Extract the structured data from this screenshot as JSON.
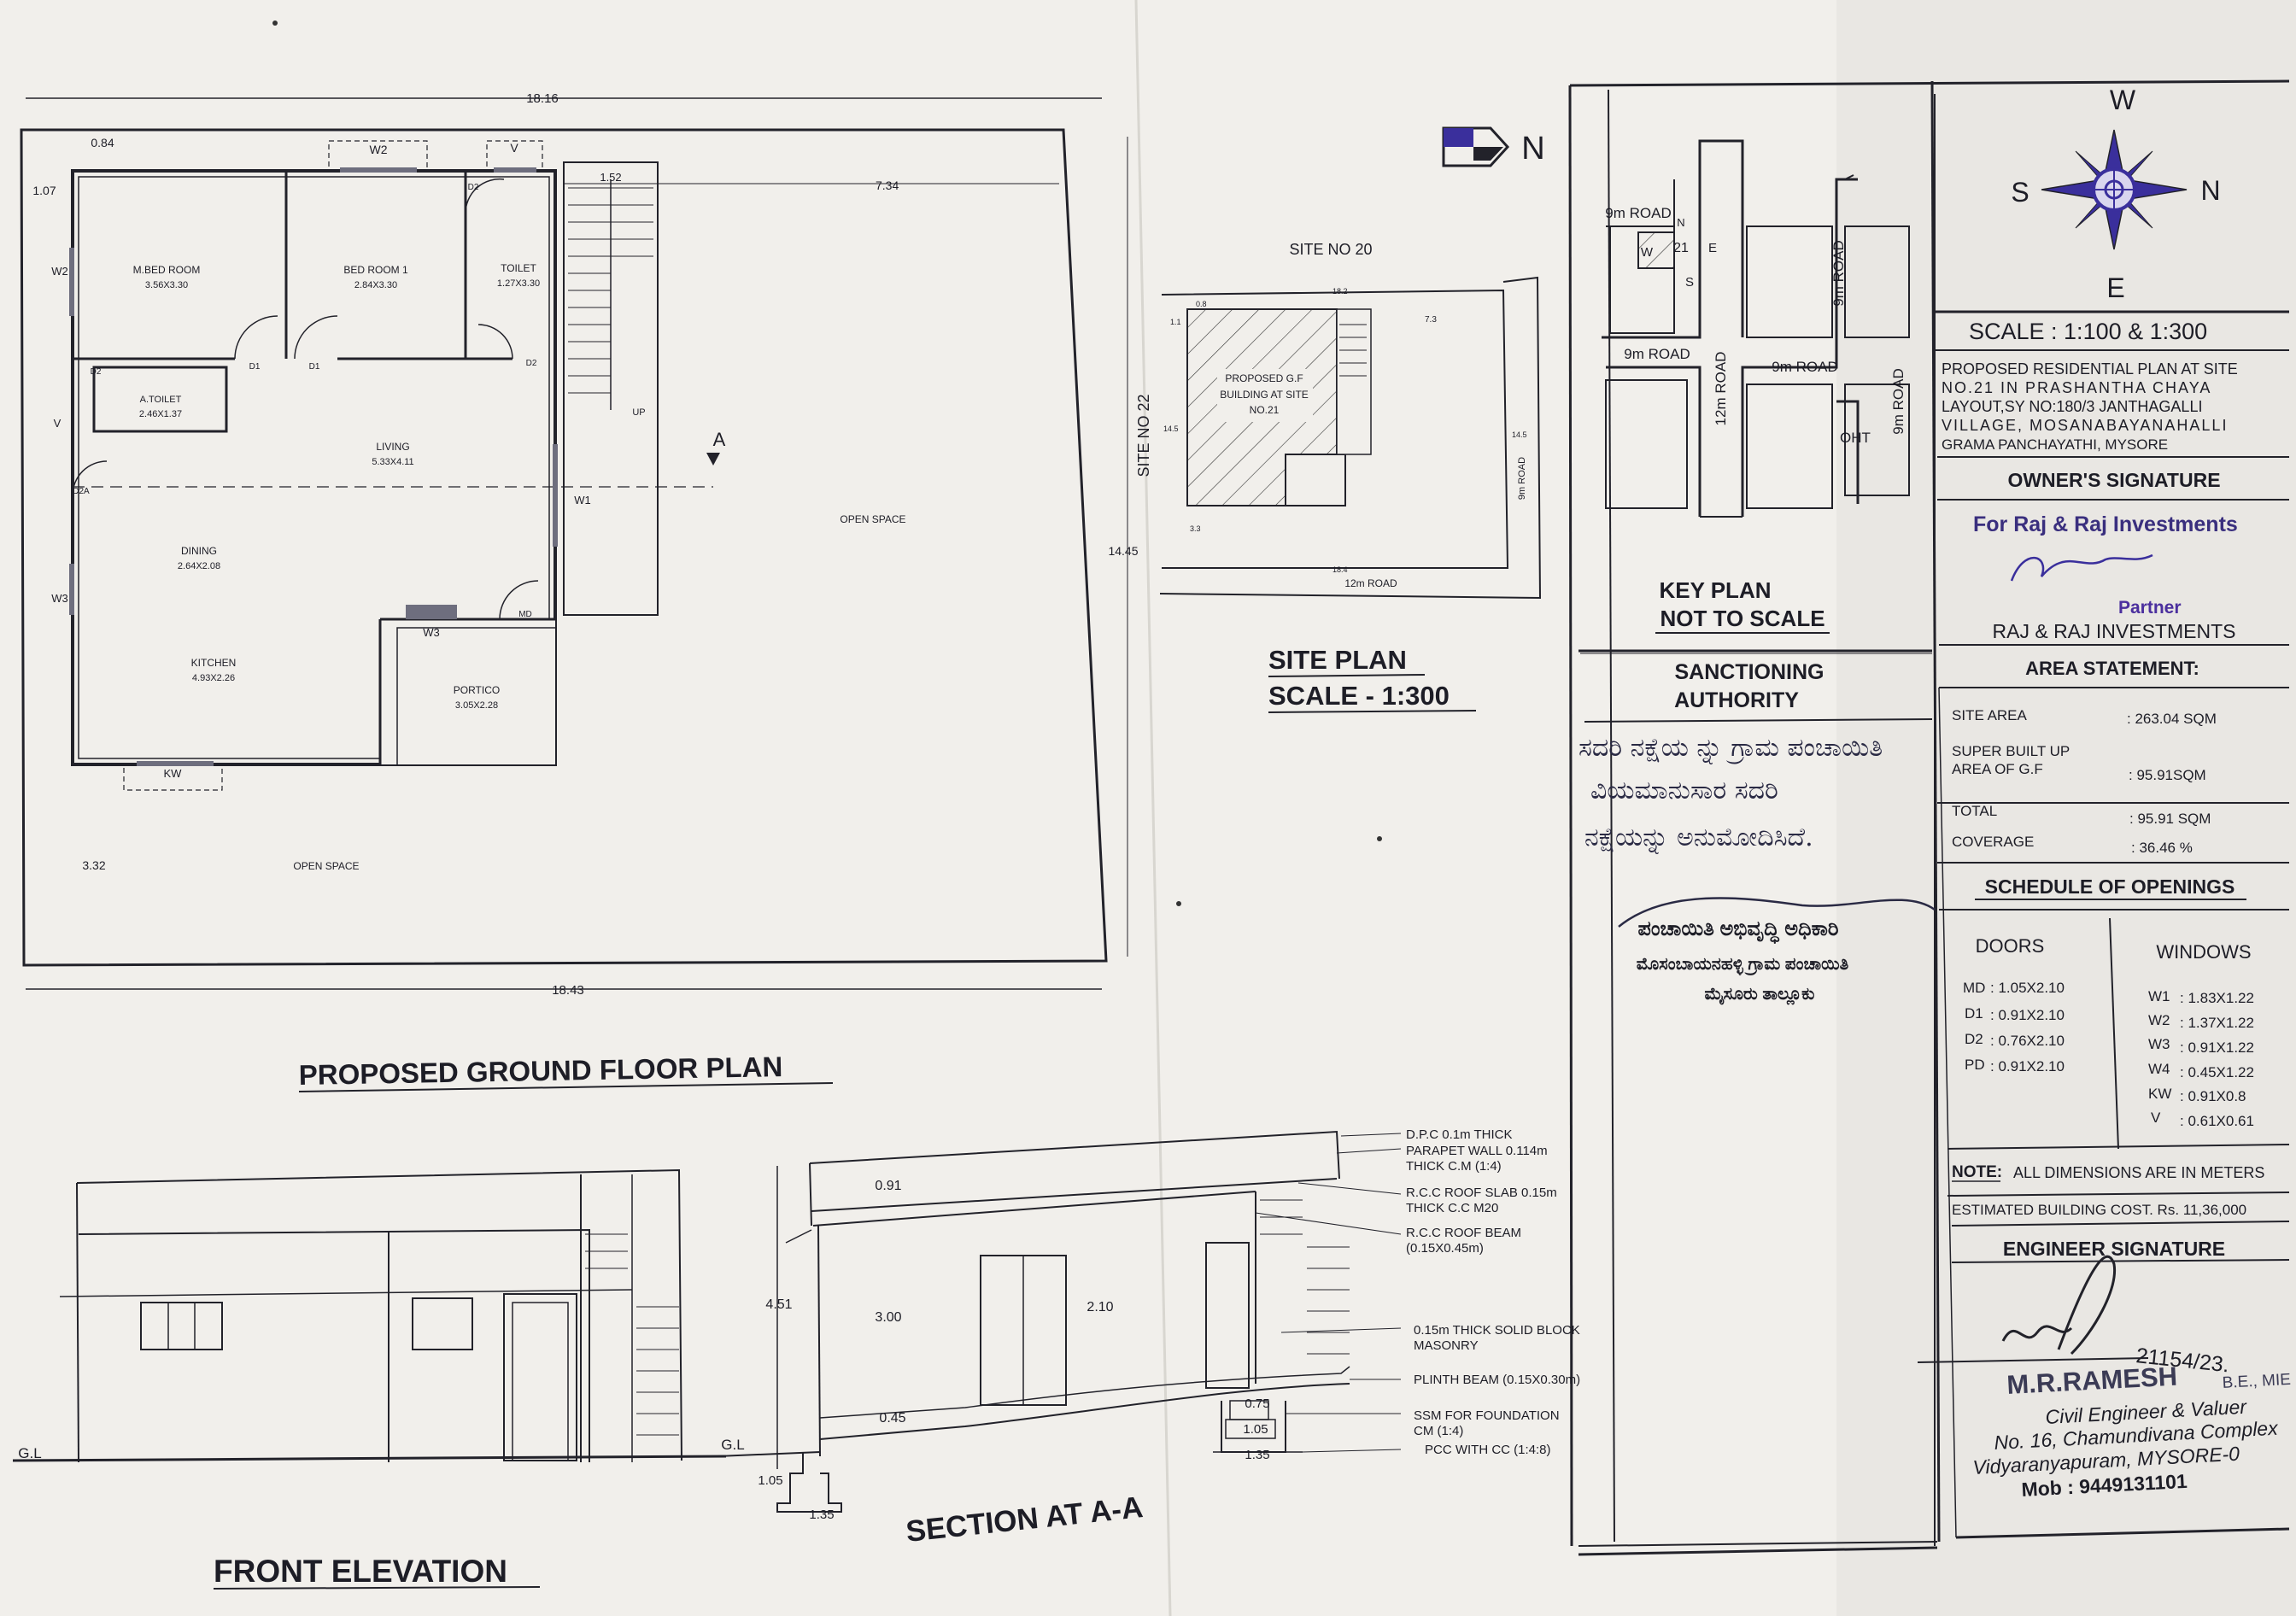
{
  "floor_plan": {
    "title": "PROPOSED GROUND FLOOR PLAN",
    "dims": {
      "top": "18.16",
      "bottom": "18.43",
      "left_a": "0.84",
      "left_b": "1.07",
      "left_c": "3.32",
      "stair_w": "1.52",
      "right_top": "7.34",
      "right_side": "14.45"
    },
    "rooms": {
      "m_bed_room": {
        "name": "M.BED ROOM",
        "size": "3.56X3.30"
      },
      "bed_room_1": {
        "name": "BED ROOM 1",
        "size": "2.84X3.30"
      },
      "toilet": {
        "name": "TOILET",
        "size": "1.27X3.30"
      },
      "a_toilet": {
        "name": "A.TOILET",
        "size": "2.46X1.37"
      },
      "living": {
        "name": "LIVING",
        "size": "5.33X4.11"
      },
      "dining": {
        "name": "DINING",
        "size": "2.64X2.08"
      },
      "kitchen": {
        "name": "KITCHEN",
        "size": "4.93X2.26"
      },
      "portico": {
        "name": "PORTICO",
        "size": "3.05X2.28"
      }
    },
    "openings": {
      "w2_top": "W2",
      "v_top": "V",
      "w2_left": "W2",
      "v_left": "V",
      "w3_left": "W3",
      "w3_bottom": "W3",
      "w1": "W1",
      "kw": "KW",
      "d1a": "D1",
      "d1b": "D1",
      "d2a": "D2",
      "d2b": "D2",
      "d2c": "D2",
      "d2d": "D2A",
      "md": "MD"
    },
    "stair_up": "UP",
    "section_mark": "A",
    "open_space_right": "OPEN SPACE",
    "open_space_bottom": "OPEN SPACE"
  },
  "north_arrow": "N",
  "site_plan": {
    "title_1": "SITE PLAN",
    "title_2": "SCALE - 1:300",
    "site_top": "SITE NO 20",
    "site_left": "SITE NO 22",
    "building": [
      "PROPOSED G.F",
      "BUILDING AT SITE",
      "NO.21"
    ],
    "road_bottom": "12m ROAD",
    "road_right": "9m ROAD",
    "dims": {
      "top_a": "0.8",
      "top_b": "18.2",
      "top_c": "7.3",
      "left": "14.5",
      "left_bot": "3.3",
      "right": "14.5",
      "bottom": "18.4",
      "side_a": "1.1"
    }
  },
  "key_plan": {
    "title_1": "KEY PLAN",
    "title_2": "NOT TO SCALE",
    "site_no": "21",
    "compass": {
      "n": "N",
      "e": "E",
      "s": "S",
      "w": "W"
    },
    "roads": {
      "r1": "9m ROAD",
      "r2": "9m ROAD",
      "r3": "9m ROAD",
      "r4": "12m ROAD",
      "r5": "9m ROAD",
      "r6": "9m ROAD"
    },
    "oht": "OHT"
  },
  "compass": {
    "w": "W",
    "n": "N",
    "e": "E",
    "s": "S"
  },
  "scale": "SCALE : 1:100 & 1:300",
  "project": [
    "PROPOSED RESIDENTIAL PLAN AT SITE",
    "NO.21 IN PRASHANTHA CHAYA",
    "LAYOUT,SY NO:180/3 JANTHAGALLI",
    "VILLAGE, MOSANABAYANAHALLI",
    "GRAMA PANCHAYATHI, MYSORE"
  ],
  "owner": {
    "heading": "OWNER'S SIGNATURE",
    "for_line": "For Raj & Raj Investments",
    "partner": "Partner",
    "name": "RAJ & RAJ INVESTMENTS"
  },
  "sanction": {
    "heading_1": "SANCTIONING",
    "heading_2": "AUTHORITY",
    "handwriting": [
      "ಸದರಿ ನಕ್ಷೆಯ ನ್ನು ಗ್ರಾಮ ಪಂಚಾಯಿತಿ",
      "ವಿಯಮಾನುಸಾರ ಸದರಿ",
      "ನಕ್ಷೆಯನ್ನು ಅನುಮೋದಿಸಿದೆ."
    ],
    "stamp": [
      "ಪಂಚಾಯಿತಿ ಅಭಿವೃದ್ಧಿ ಅಧಿಕಾರಿ",
      "ಮೊಸಂಬಾಯನಹಳ್ಳಿ ಗ್ರಾಮ ಪಂಚಾಯಿತಿ",
      "ಮೈಸೂರು ತಾಲ್ಲೂಕು"
    ]
  },
  "area_statement": {
    "heading": "AREA STATEMENT:",
    "rows": [
      {
        "label": [
          "SITE AREA"
        ],
        "value": ": 263.04 SQM"
      },
      {
        "label": [
          "SUPER BUILT UP",
          "AREA OF G.F"
        ],
        "value": ": 95.91SQM"
      },
      {
        "label": [
          "TOTAL",
          "COVERAGE"
        ],
        "value": ": 95.91 SQM",
        "value2": ": 36.46 %"
      }
    ]
  },
  "openings_schedule": {
    "heading": "SCHEDULE OF OPENINGS",
    "doors_head": "DOORS",
    "windows_head": "WINDOWS",
    "doors": [
      {
        "code": "MD",
        "size": ": 1.05X2.10"
      },
      {
        "code": "D1",
        "size": ": 0.91X2.10"
      },
      {
        "code": "D2",
        "size": ": 0.76X2.10"
      },
      {
        "code": "PD",
        "size": ": 0.91X2.10"
      }
    ],
    "windows": [
      {
        "code": "W1",
        "size": ": 1.83X1.22"
      },
      {
        "code": "W2",
        "size": ": 1.37X1.22"
      },
      {
        "code": "W3",
        "size": ": 0.91X1.22"
      },
      {
        "code": "W4",
        "size": ": 0.45X1.22"
      },
      {
        "code": "KW",
        "size": ": 0.91X0.8"
      },
      {
        "code": "V",
        "size": ": 0.61X0.61"
      }
    ]
  },
  "note_label": "NOTE:",
  "note_text": "ALL DIMENSIONS ARE IN METERS",
  "cost": "ESTIMATED BUILDING COST. Rs. 11,36,000",
  "engineer": {
    "heading": "ENGINEER SIGNATURE",
    "date": "21154/23.",
    "name": "M.R.RAMESH",
    "deg": "B.E., MIE",
    "lines": [
      "Civil Engineer & Valuer",
      "No. 16, Chamundivana Complex",
      "Vidyaranyapuram, MYSORE-0",
      "Mob : 9449131101"
    ]
  },
  "elevation": {
    "title": "FRONT ELEVATION",
    "gl": "G.L"
  },
  "section": {
    "title": "SECTION AT A-A",
    "dims": {
      "parapet": "0.91",
      "height": "3.00",
      "total": "4.51",
      "lintel": "2.10",
      "plinth": "0.45",
      "f1": "0.75",
      "f2": "1.05",
      "f3": "1.35",
      "fl1": "1.05",
      "fl2": "1.35"
    },
    "gl": "G.L",
    "notes": [
      [
        "D.P.C 0.1m THICK"
      ],
      [
        "PARAPET WALL 0.114m",
        "THICK C.M (1:4)"
      ],
      [
        "R.C.C ROOF SLAB 0.15m",
        "THICK C.C M20"
      ],
      [
        "R.C.C ROOF BEAM",
        "(0.15X0.45m)"
      ],
      [
        "0.15m THICK SOLID BLOCK",
        "MASONRY"
      ],
      [
        "PLINTH BEAM (0.15X0.30m)"
      ],
      [
        "SSM FOR FOUNDATION",
        "CM (1:4)"
      ],
      [
        "PCC WITH CC (1:4:8)"
      ]
    ]
  },
  "colors": {
    "paper": "#f1efeb",
    "ink": "#1d1d26",
    "stamp_ink": "#4b2f9e",
    "compass_blue": "#3a2f9c"
  }
}
